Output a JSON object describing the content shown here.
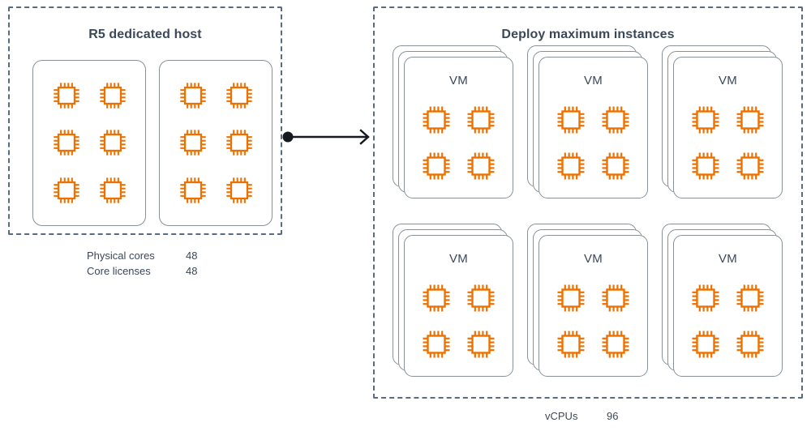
{
  "diagram": {
    "title_left": "R5 dedicated host",
    "title_right": "Deploy maximum instances",
    "accent_color": "#ed7100",
    "outline_color": "#879196",
    "dashed_color": "#5a6b80",
    "text_color": "#3b4859",
    "arrow_color": "#16191f"
  },
  "host": {
    "title": "R5 dedicated host",
    "sockets": [
      {
        "name": "socket-1",
        "chips": 6
      },
      {
        "name": "socket-2",
        "chips": 6
      }
    ],
    "metrics": [
      {
        "label": "Physical cores",
        "value": "48"
      },
      {
        "label": "Core licenses",
        "value": "48"
      }
    ]
  },
  "deploy": {
    "title": "Deploy maximum instances",
    "vm_label": "VM",
    "chips_per_vm": 4,
    "vms": [
      {
        "label": "VM",
        "stack_depth": 3
      },
      {
        "label": "VM",
        "stack_depth": 3
      },
      {
        "label": "VM",
        "stack_depth": 3
      },
      {
        "label": "VM",
        "stack_depth": 3
      },
      {
        "label": "VM",
        "stack_depth": 3
      },
      {
        "label": "VM",
        "stack_depth": 3
      }
    ],
    "metrics": [
      {
        "label": "vCPUs",
        "value": "96"
      }
    ]
  },
  "connector": {
    "name": "flow-arrow",
    "direction": "left-to-right"
  },
  "icons": {
    "chip": "cpu-chip-icon",
    "arrow": "arrow-right-icon",
    "arrow_start": "dot-icon"
  }
}
